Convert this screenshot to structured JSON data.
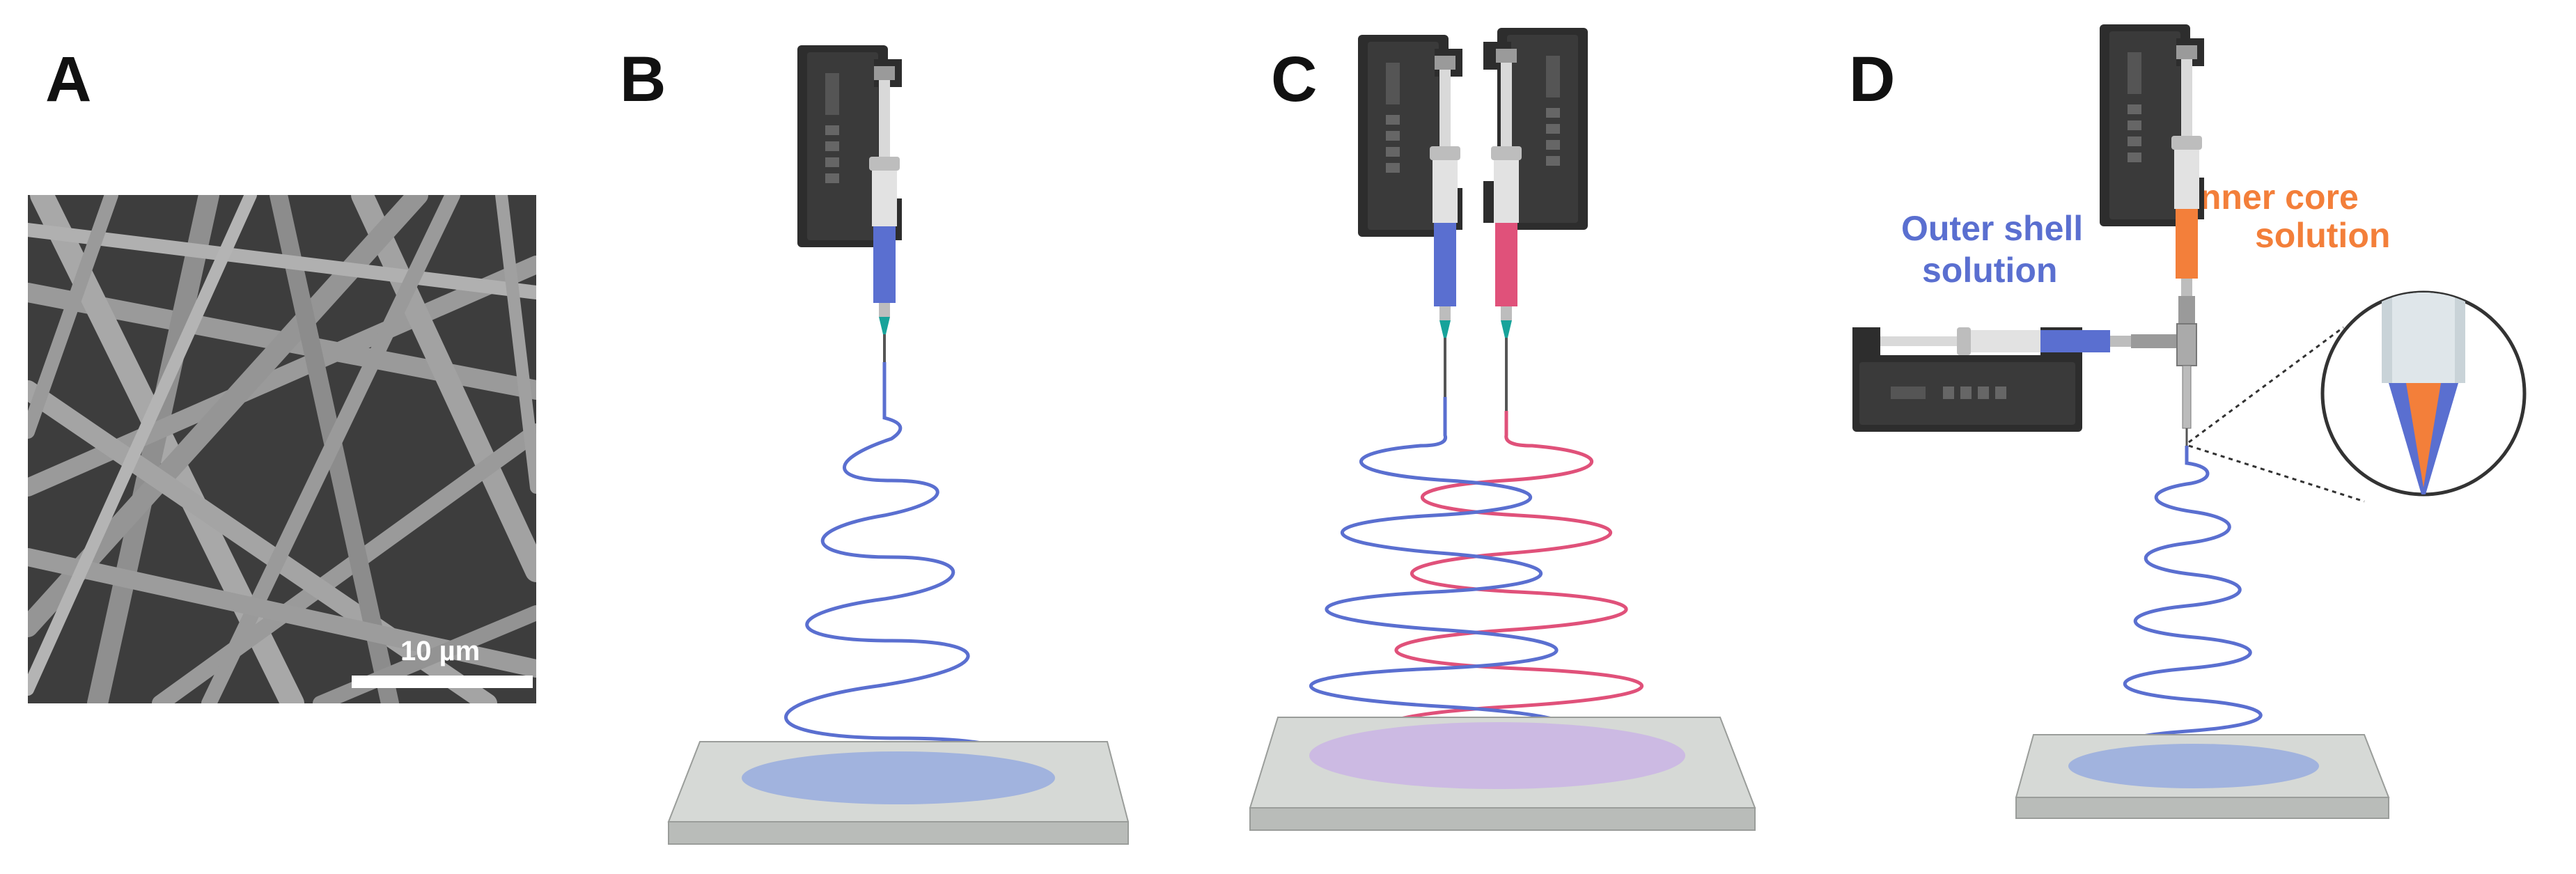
{
  "panels": {
    "a": {
      "letter": "A",
      "scale_bar_label": "10 µm"
    },
    "b": {
      "letter": "B"
    },
    "c": {
      "letter": "C"
    },
    "d": {
      "letter": "D",
      "outer_label_line1": "Outer shell",
      "outer_label_line2": "solution",
      "inner_label_line1": "Inner core",
      "inner_label_line2": "solution"
    }
  },
  "colors": {
    "blue": "#5a6fd0",
    "pink": "#e0517a",
    "orange": "#f37f3a",
    "pump_body": "#2d2d2d",
    "collector_top": "#d6d9d6",
    "collector_side": "#b9bcb9",
    "deposit_blue": "#8fa6e0",
    "deposit_purple": "#c9b2e6"
  }
}
